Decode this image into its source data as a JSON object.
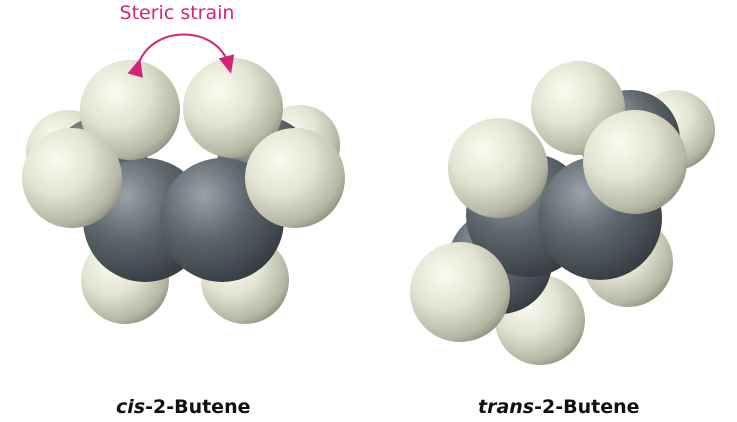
{
  "annotation": {
    "text": "Steric strain",
    "color": "#d6237a"
  },
  "molecules": [
    {
      "prefix": "cis",
      "suffix": "-2-Butene"
    },
    {
      "prefix": "trans",
      "suffix": "-2-Butene"
    }
  ],
  "colors": {
    "carbon": "#5e666d",
    "hydrogen": "#e4e4d2"
  }
}
